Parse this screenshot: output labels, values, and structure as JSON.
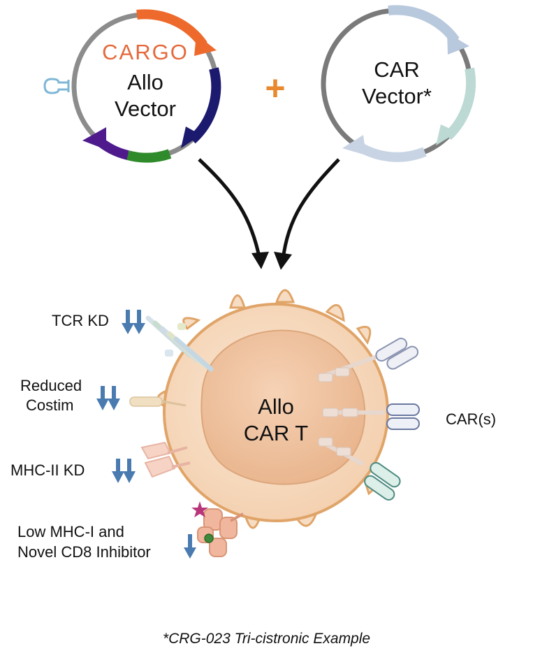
{
  "allo_vector": {
    "brand": "CARGO",
    "line1": "Allo",
    "line2": "Vector"
  },
  "car_vector": {
    "line1": "CAR",
    "line2": "Vector*"
  },
  "plus_sign": "+",
  "cell": {
    "line1": "Allo",
    "line2": "CAR T"
  },
  "left_labels": {
    "tcr_kd": "TCR KD",
    "reduced_costim_1": "Reduced",
    "reduced_costim_2": "Costim",
    "mhc_ii_kd": "MHC-II KD",
    "low_mhc_i_1": "Low MHC-I and",
    "low_mhc_i_2": "Novel CD8 Inhibitor"
  },
  "right_label": "CAR(s)",
  "footnote": "*CRG-023 Tri-cistronic Example",
  "colors": {
    "cargo_orange": "#e4693c",
    "plus_orange": "#e8892f",
    "arrow_blue": "#4a7bb0",
    "cell_fill": "#f6dcc2",
    "cell_outline": "#e0a468",
    "nucleus_fill": "#efc4a4",
    "backbone_gray": "#8c8c8c"
  }
}
